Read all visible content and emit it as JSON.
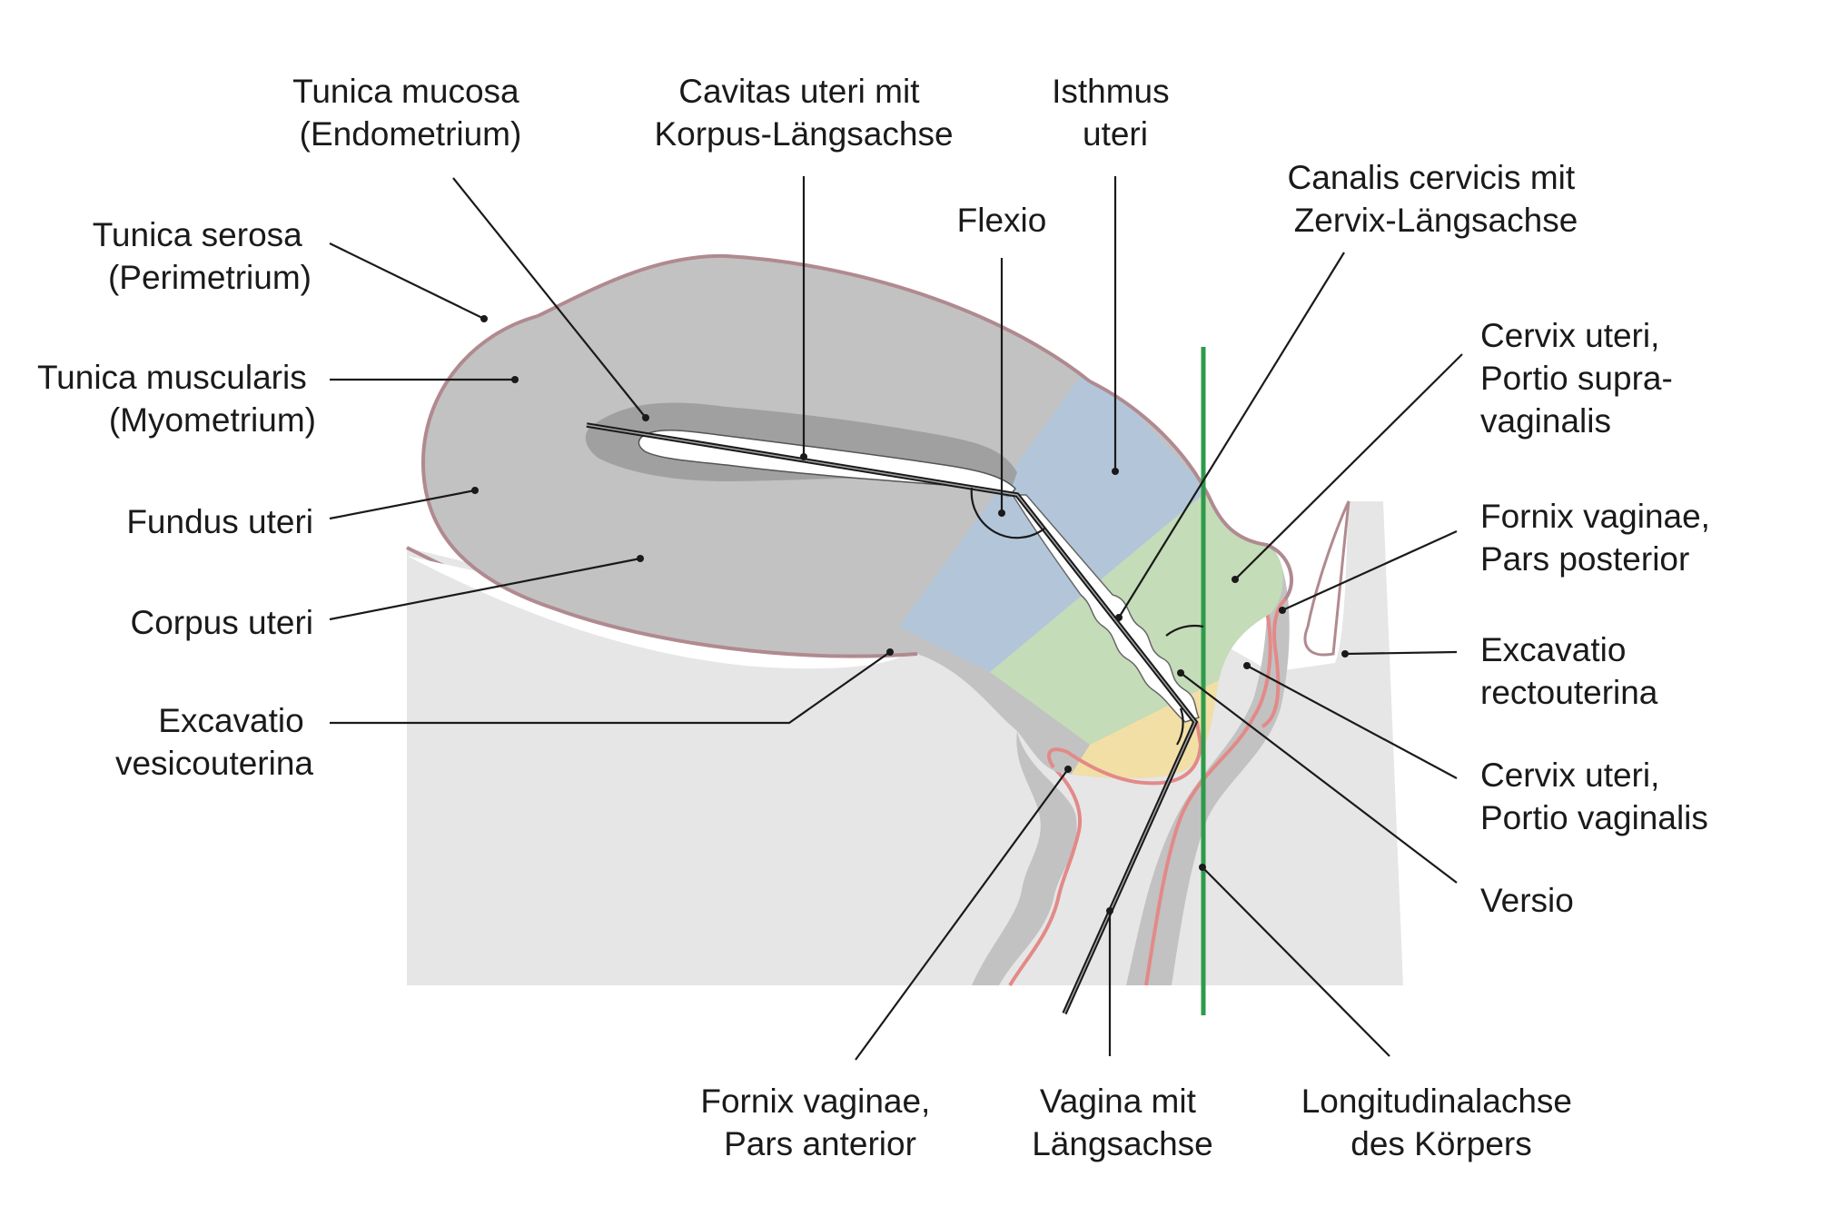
{
  "colors": {
    "background_tissue": "#e6e6e6",
    "uterus_body": "#c2c2c2",
    "endometrium": "#9a9a9a",
    "serosa_outline": "#b08a90",
    "isthmus": "#b3c6d9",
    "supravaginal_cervix": "#c4dcb8",
    "vaginal_portio": "#f2dfa6",
    "mucosa_edge": "#e28a88",
    "body_axis": "#2f9a4a",
    "organ_axis": "#1a1a1a"
  },
  "labels": {
    "tunica_mucosa": [
      "Tunica mucosa",
      "(Endometrium)"
    ],
    "cavitas_uteri": [
      "Cavitas uteri mit",
      "Korpus-Längsachse"
    ],
    "isthmus_uteri": [
      "Isthmus",
      "uteri"
    ],
    "canalis_cervicis": [
      "Canalis cervicis mit",
      "Zervix-Längsachse"
    ],
    "flexio": [
      "Flexio"
    ],
    "tunica_serosa": [
      "Tunica serosa",
      "(Perimetrium)"
    ],
    "tunica_muscularis": [
      "Tunica muscularis",
      "(Myometrium)"
    ],
    "fundus_uteri": [
      "Fundus uteri"
    ],
    "corpus_uteri": [
      "Corpus uteri"
    ],
    "excavatio_vesicouterina": [
      "Excavatio",
      "vesicouterina"
    ],
    "cervix_supravaginalis": [
      "Cervix uteri,",
      "Portio supra-",
      "vaginalis"
    ],
    "fornix_posterior": [
      "Fornix vaginae,",
      "Pars posterior"
    ],
    "excavatio_rectouterina": [
      "Excavatio",
      "rectouterina"
    ],
    "cervix_vaginalis": [
      "Cervix uteri,",
      "Portio vaginalis"
    ],
    "versio": [
      "Versio"
    ],
    "fornix_anterior": [
      "Fornix vaginae,",
      "Pars anterior"
    ],
    "vagina": [
      "Vagina mit",
      "Längsachse"
    ],
    "longitudinalachse": [
      "Longitudinalachse",
      "des Körpers"
    ]
  }
}
